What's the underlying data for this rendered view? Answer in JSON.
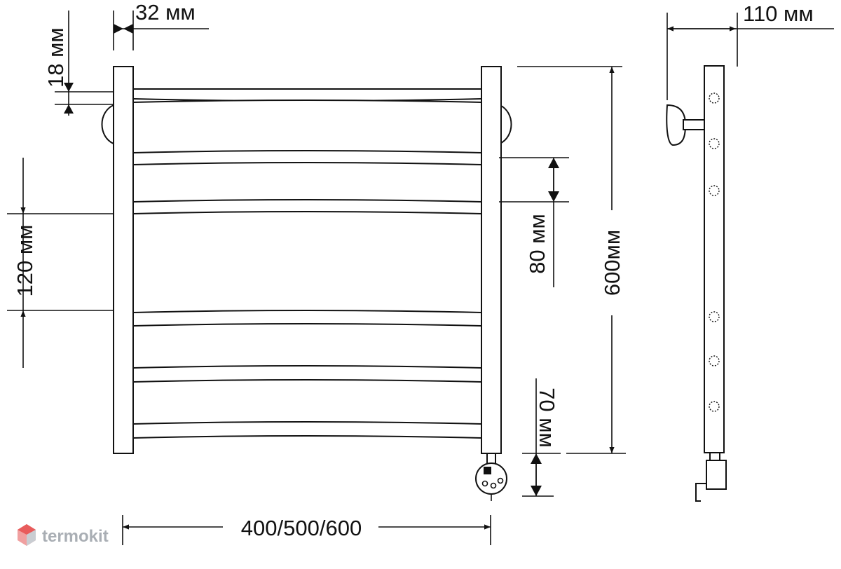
{
  "dimensions": {
    "pipe_width": "32 мм",
    "depth": "110 мм",
    "top_offset": "18 мм",
    "rung_gap": "80 мм",
    "height": "600мм",
    "center_distance": "120 мм",
    "bottom_offset": "70 мм",
    "width": "400/500/600"
  },
  "logo": {
    "text": "termokit"
  },
  "colors": {
    "line": "#111111",
    "logo": "#a9aeb4",
    "logo_accent": "#e85c5c"
  }
}
